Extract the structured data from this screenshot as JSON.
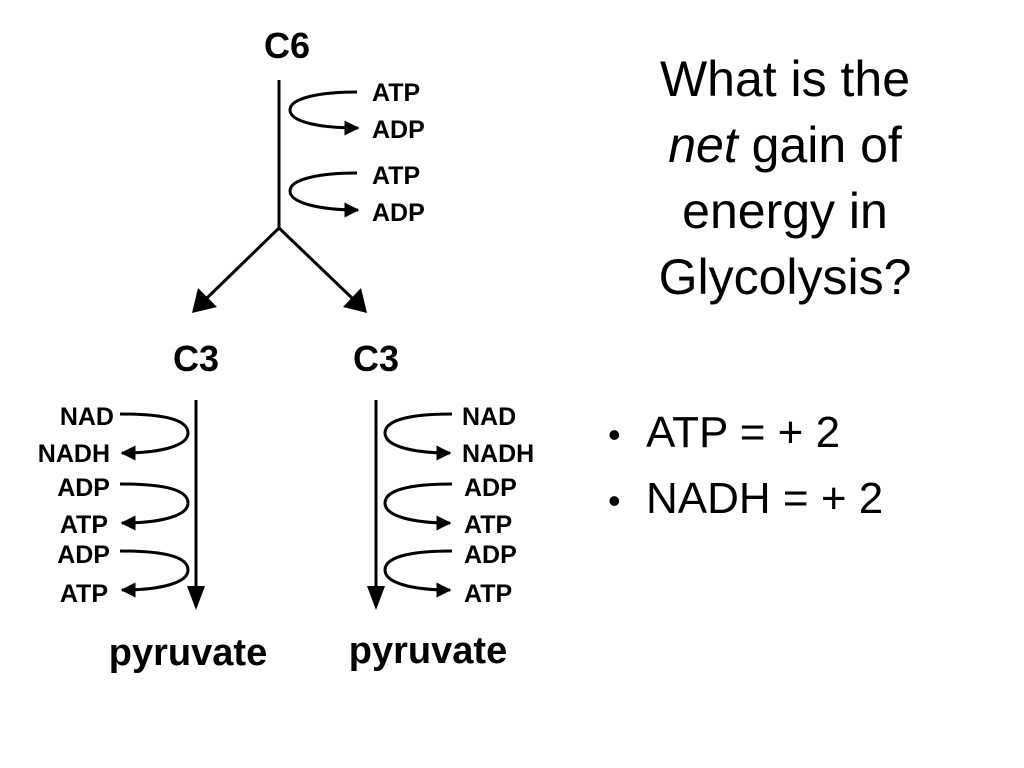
{
  "diagram": {
    "top_node": "C6",
    "investment": [
      {
        "in": "ATP",
        "out": "ADP"
      },
      {
        "in": "ATP",
        "out": "ADP"
      }
    ],
    "branches": [
      {
        "node": "C3",
        "steps": [
          {
            "in": "NAD",
            "out": "NADH"
          },
          {
            "in": "ADP",
            "out": "ATP"
          },
          {
            "in": "ADP",
            "out": "ATP"
          }
        ],
        "product": "pyruvate"
      },
      {
        "node": "C3",
        "steps": [
          {
            "in": "NAD",
            "out": "NADH"
          },
          {
            "in": "ADP",
            "out": "ATP"
          },
          {
            "in": "ADP",
            "out": "ATP"
          }
        ],
        "product": "pyruvate"
      }
    ]
  },
  "question": {
    "line1": "What is the",
    "emphasis": "net",
    "line2_rest": " gain of",
    "line3": "energy in",
    "line4": "Glycolysis?"
  },
  "bullets": [
    {
      "marker": "•",
      "text": "ATP = + 2"
    },
    {
      "marker": "•",
      "text": "NADH = + 2"
    }
  ]
}
